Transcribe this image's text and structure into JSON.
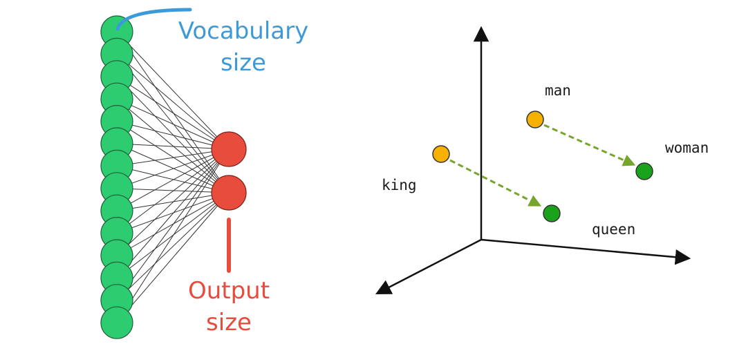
{
  "network": {
    "input_node_count": 14,
    "output_node_count": 2,
    "input_color": "#2ecc71",
    "output_color": "#e74c3c",
    "vocab_label_line1": "Vocabulary",
    "vocab_label_line2": "size",
    "vocab_label_color": "#3d9ad9",
    "output_label_line1": "Output",
    "output_label_line2": "size",
    "output_label_color": "#e74c3c"
  },
  "embedding": {
    "points": [
      {
        "label": "man",
        "color": "#f5b000"
      },
      {
        "label": "woman",
        "color": "#1aa31a"
      },
      {
        "label": "king",
        "color": "#f5b000"
      },
      {
        "label": "queen",
        "color": "#1aa31a"
      }
    ],
    "arrow_color": "#77a52c"
  }
}
